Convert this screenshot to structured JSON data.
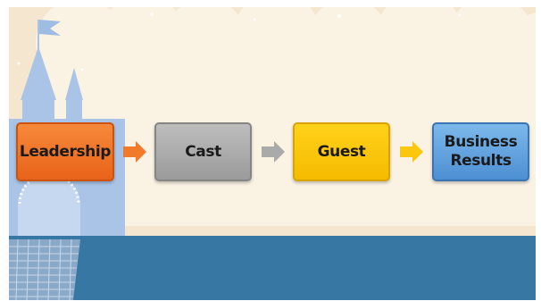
{
  "diagram": {
    "steps": [
      {
        "label": "Leadership",
        "color": "#f07a2a"
      },
      {
        "label": "Cast",
        "color": "#aaaaaa"
      },
      {
        "label": "Guest",
        "color": "#fbc70c"
      },
      {
        "label": "Business\nResults",
        "color": "#62a2e0"
      }
    ],
    "arrow_colors": [
      "#f07a2a",
      "#aaaaaa",
      "#fbc70c"
    ]
  },
  "background": {
    "sky_color": "#f4e6cf",
    "cloud_color": "#faf2e3",
    "castle_color": "#a9c4e6",
    "floor_color": "#3777a3"
  }
}
